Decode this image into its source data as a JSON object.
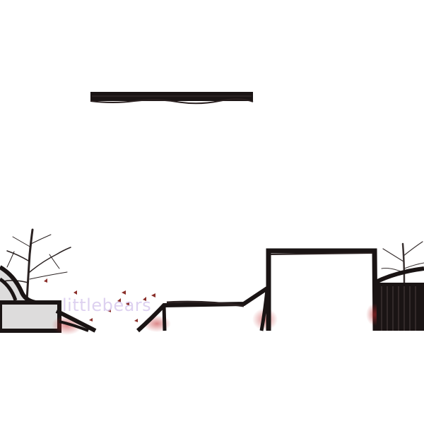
{
  "scene": {
    "background": "#ffffff",
    "vine_color": "#1a1414",
    "accent_red": "#b52a2a",
    "watermark_color": "#d8c9ee"
  },
  "watermark": {
    "text": "littlebears"
  },
  "elements": {
    "floating_platform": "floating-vine-platform",
    "left_block": "left-vine-block",
    "left_tree": "bare-tree-icon",
    "right_tree": "bare-tree-icon",
    "butterflies": "butterfly-icon",
    "tall_block": "tall-vine-block",
    "low_ledge": "low-vine-ledge",
    "right_block": "right-vine-block"
  }
}
